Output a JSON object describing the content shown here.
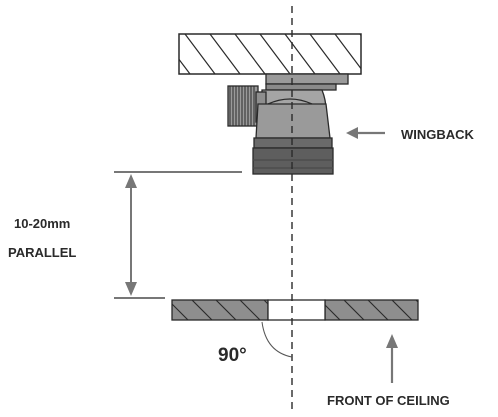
{
  "labels": {
    "wingback": "WINGBACK",
    "gap_range": "10-20mm",
    "parallel": "PARALLEL",
    "angle": "90°",
    "front_of_ceiling": "FRONT OF CEILING"
  },
  "colors": {
    "line": "#2a2a2a",
    "fill_gray": "#8e8e8e",
    "fill_light": "#b5b5b5",
    "fill_dark": "#5e5e5e",
    "arrow": "#777777"
  }
}
